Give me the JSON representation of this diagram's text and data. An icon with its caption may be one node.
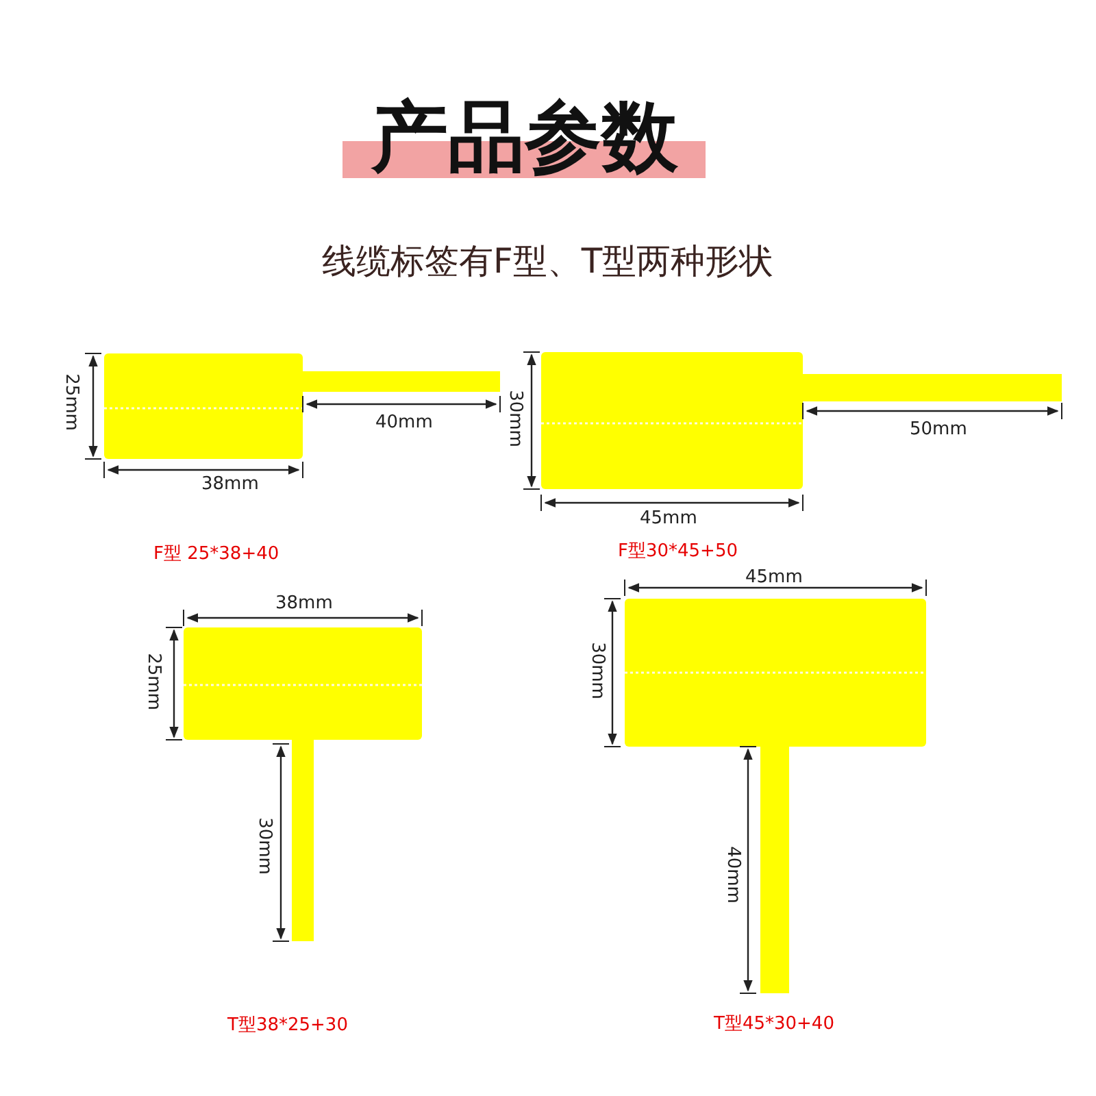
{
  "diagram": {
    "title": "产品参数",
    "labels": [
      "线缆标签有F型、T型两种形状",
      "25mm",
      "40mm",
      "38mm",
      "30mm",
      "50mm",
      "45mm",
      "F型 25*38+40",
      "F型30*45+50",
      "38mm",
      "45mm",
      "25mm",
      "30mm",
      "30mm",
      "40mm",
      "T型38*25+30",
      "T型45*30+40"
    ]
  }
}
